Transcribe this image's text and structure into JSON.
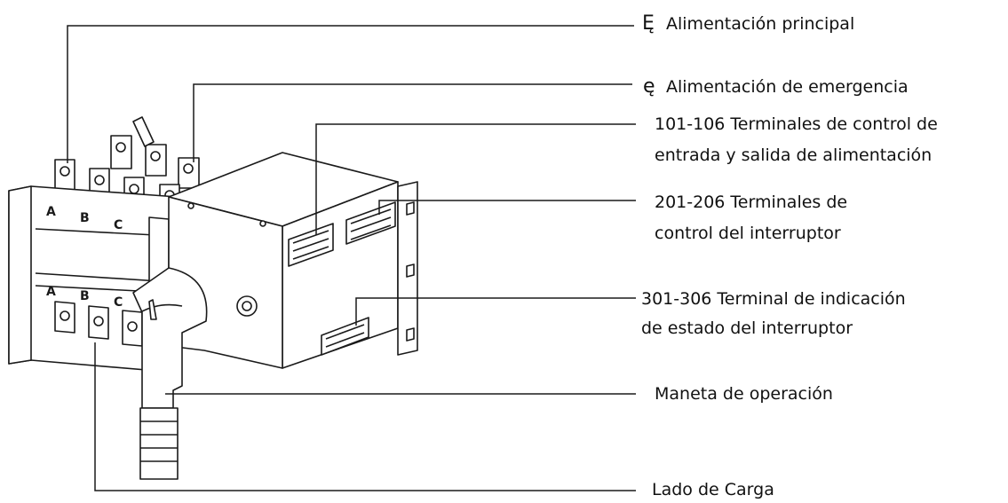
{
  "callouts": {
    "main_supply": {
      "symbol": "Ę",
      "text": "Alimentación principal"
    },
    "emergency_supply": {
      "symbol": "ę",
      "text": "Alimentación de emergencia"
    },
    "terminals_101": {
      "line1": "101-106 Terminales de control de",
      "line2": "entrada y salida de alimentación"
    },
    "terminals_201": {
      "line1": "201-206 Terminales de",
      "line2": "control del interruptor"
    },
    "terminals_301": {
      "line1": "301-306 Terminal de indicación",
      "line2": "de estado del interruptor"
    },
    "handle": {
      "text": "Maneta de operación"
    },
    "load_side": {
      "text": "Lado de Carga"
    }
  },
  "device": {
    "phase_labels_top": [
      "A",
      "B",
      "C"
    ],
    "phase_labels_bottom": [
      "A",
      "B",
      "C"
    ]
  },
  "colors": {
    "line": "#1a1a1a",
    "body": "#ffffff"
  }
}
